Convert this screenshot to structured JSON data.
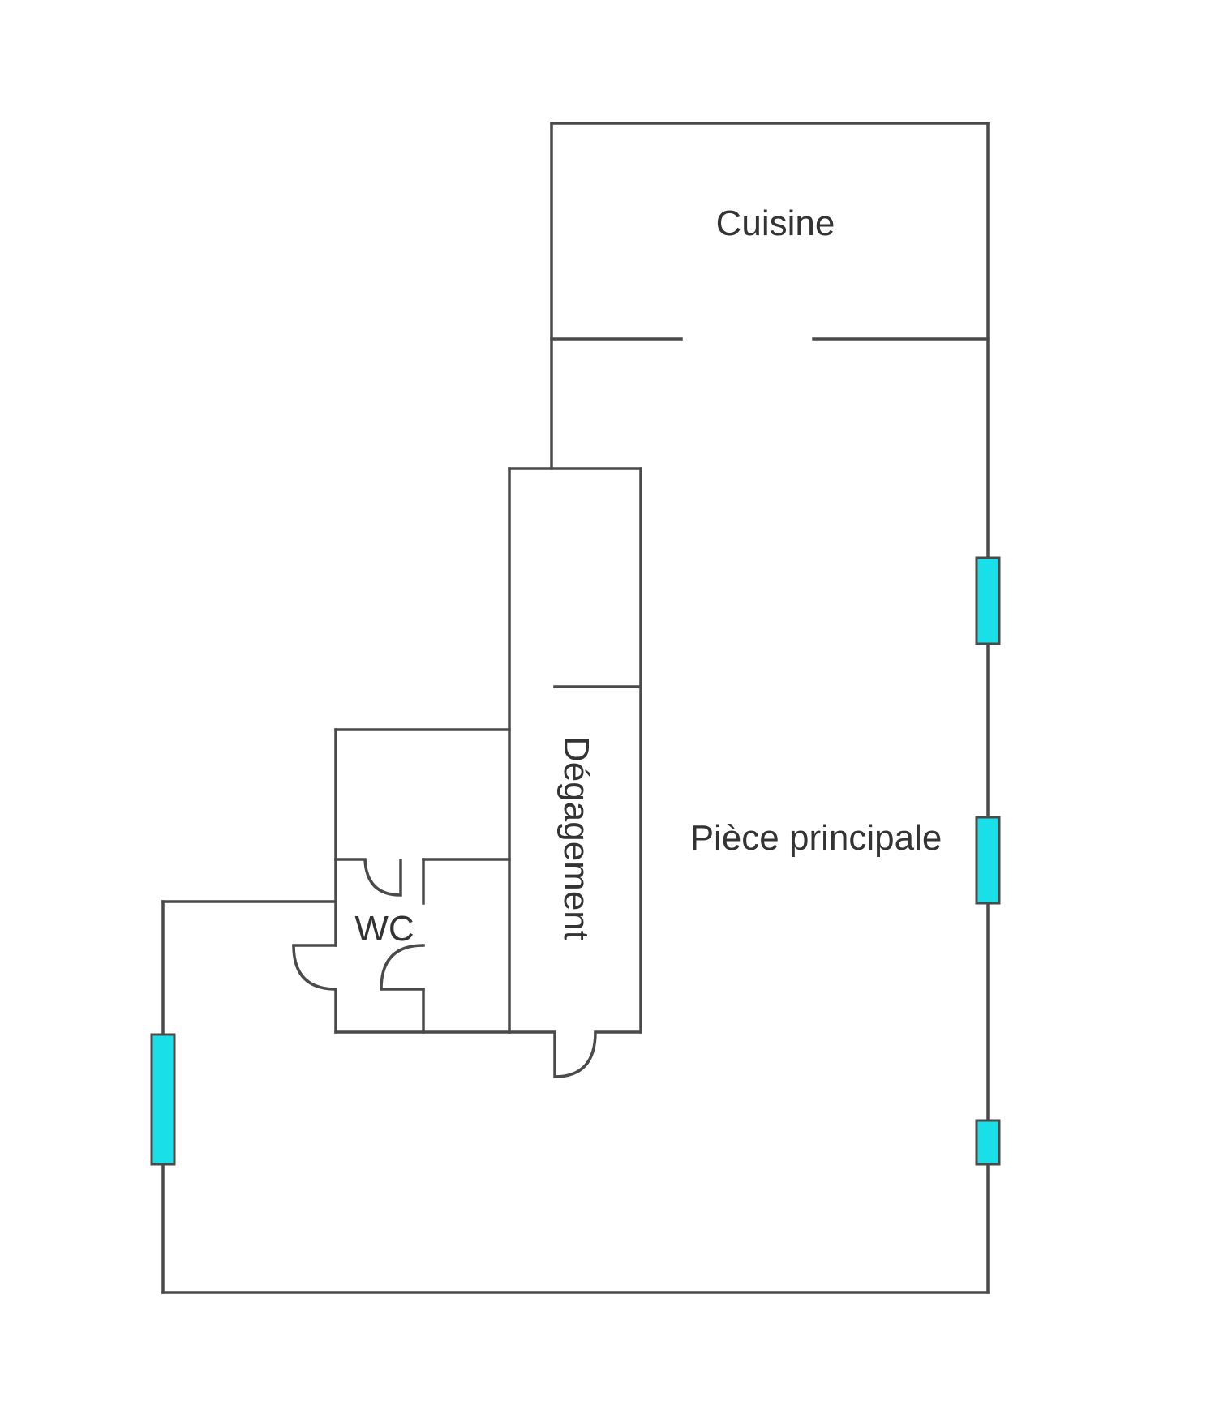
{
  "colors": {
    "wall": "#4a4a4a",
    "window_fill": "#19e0e8",
    "label": "#333333",
    "background": "#ffffff"
  },
  "rooms": {
    "cuisine": "Cuisine",
    "piece_principale": "Pièce principale",
    "degagement": "Dégagement",
    "wc": "WC"
  }
}
